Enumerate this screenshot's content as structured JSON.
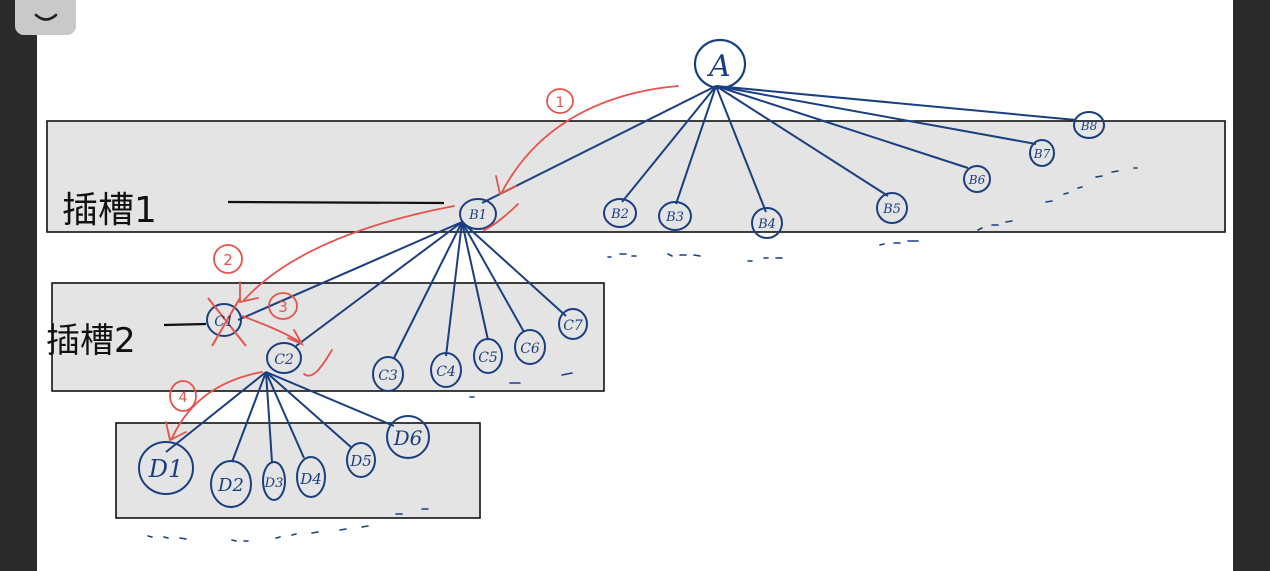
{
  "toolbar": {
    "collapse_icon": "chevron-down-icon"
  },
  "colors": {
    "ink": "#1a3f80",
    "pen_red": "#e5534b",
    "slot_fill": "#e4e4e4",
    "slot_stroke": "#111111"
  },
  "slots": [
    {
      "id": "slot1",
      "label": "插槽1"
    },
    {
      "id": "slot2",
      "label": "插槽2"
    },
    {
      "id": "slot3",
      "label": ""
    }
  ],
  "root": {
    "id": "A",
    "label": "A"
  },
  "level_b": [
    {
      "id": "B1",
      "label": "B1"
    },
    {
      "id": "B2",
      "label": "B2"
    },
    {
      "id": "B3",
      "label": "B3"
    },
    {
      "id": "B4",
      "label": "B4"
    },
    {
      "id": "B5",
      "label": "B5"
    },
    {
      "id": "B6",
      "label": "B6"
    },
    {
      "id": "B7",
      "label": "B7"
    },
    {
      "id": "B8",
      "label": "B8"
    }
  ],
  "level_c": [
    {
      "id": "C1",
      "label": "C1"
    },
    {
      "id": "C2",
      "label": "C2"
    },
    {
      "id": "C3",
      "label": "C3"
    },
    {
      "id": "C4",
      "label": "C4"
    },
    {
      "id": "C5",
      "label": "C5"
    },
    {
      "id": "C6",
      "label": "C6"
    },
    {
      "id": "C7",
      "label": "C7"
    }
  ],
  "level_d": [
    {
      "id": "D1",
      "label": "D1"
    },
    {
      "id": "D2",
      "label": "D2"
    },
    {
      "id": "D3",
      "label": "D3"
    },
    {
      "id": "D4",
      "label": "D4"
    },
    {
      "id": "D5",
      "label": "D5"
    },
    {
      "id": "D6",
      "label": "D6"
    }
  ],
  "steps": [
    "1",
    "2",
    "3",
    "4"
  ]
}
